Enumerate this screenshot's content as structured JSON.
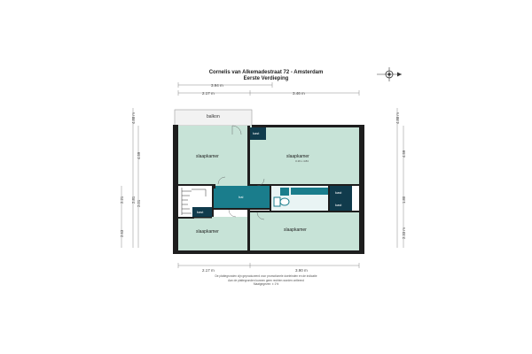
{
  "title": {
    "line1": "Cornelis van Alkemadestraat 72 - Amsterdam",
    "line2": "Eerste Verdieping"
  },
  "colors": {
    "room": "#c7e3d7",
    "hall": "#1a7d8c",
    "storage": "#103b4c",
    "bath": "#e9f4f4",
    "wall": "#1e1e1e",
    "balcony": "#f2f2f2",
    "dim": "#6a6a6a"
  },
  "rooms": {
    "balcony": "balkon",
    "bedroom_top_left": "slaapkamer",
    "bedroom_top_right": "slaapkamer",
    "bedroom_top_right_size": "3.19 x 4.84",
    "bedroom_bottom_left": "slaapkamer",
    "bedroom_bottom_right": "slaapkamer",
    "hall": "hal",
    "closet_top": "kast",
    "closet_left": "kast",
    "closet_right_1": "kast",
    "closet_right_2": "kast"
  },
  "dimensions": {
    "top_total": "3.94 m",
    "top_left": "2.17 m",
    "top_right": "3.46 m",
    "bottom_left": "2.17 m",
    "bottom_right": "3.90 m",
    "left_1": "4.88 m",
    "left_2": "4.59",
    "left_3": "2.21",
    "left_4": "2.81",
    "left_5": "2.01",
    "left_6": "2.63",
    "right_1": "4.88 m",
    "right_2": "4.59",
    "right_3": "1.80",
    "right_4": "2.33 m"
  },
  "compass": {
    "north": "N"
  },
  "disclaimer": [
    "De plattegronden zijn geproduceerd voor promotionele doeleinden en de indicatie",
    "Aan de plattegronden kunnen geen rechten worden ontleend",
    "Maatgegeven: ± 1%"
  ]
}
